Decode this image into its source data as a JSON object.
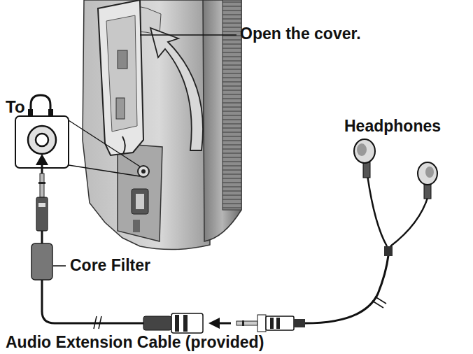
{
  "diagram": {
    "labels": [
      "Open the cover.",
      "To",
      "Headphones",
      "Core Filter",
      "Audio Extension Cable (provided)"
    ]
  }
}
